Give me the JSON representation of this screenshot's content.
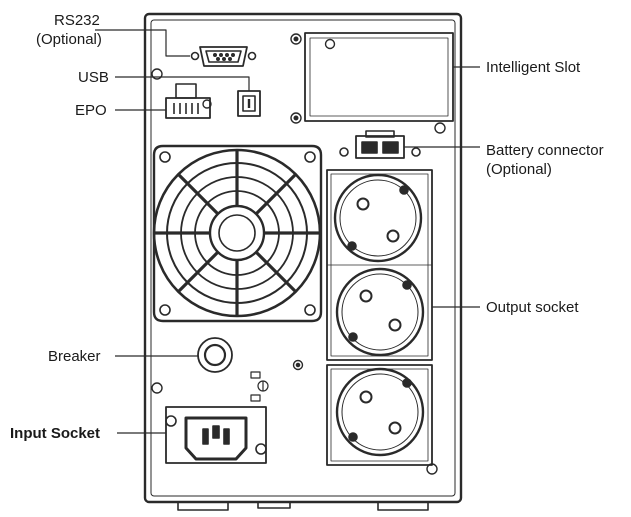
{
  "labels": {
    "rs232": "RS232",
    "rs232_optional": "(Optional)",
    "usb": "USB",
    "epo": "EPO",
    "breaker": "Breaker",
    "input_socket": "Input Socket",
    "intelligent_slot": "Intelligent Slot",
    "battery_connector": "Battery connector",
    "battery_optional": "(Optional)",
    "output_socket": "Output socket"
  },
  "output_socket_count": 3,
  "colors": {
    "line": "#2a2a2a",
    "paper": "#ffffff"
  }
}
